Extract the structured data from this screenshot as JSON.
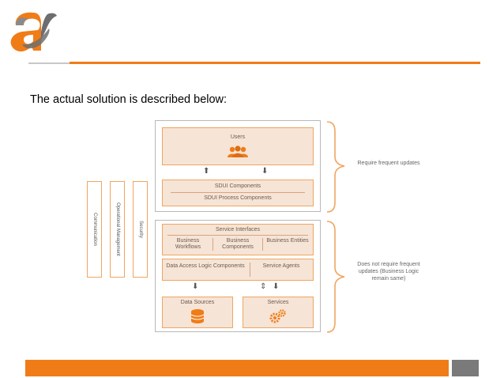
{
  "intro_text": "The actual solution is described below:",
  "diagram": {
    "side_bars": [
      "Communication",
      "Operational Management",
      "Security"
    ],
    "top": {
      "users_label": "Users",
      "sdui_components": "SDUI Components",
      "sdui_process_components": "SDUI Process Components"
    },
    "bottom": {
      "service_interfaces": "Service Interfaces",
      "business_workflows": "Business Workflows",
      "business_components": "Business Components",
      "business_entities": "Business Entities",
      "data_access_logic": "Data Access Logic Components",
      "service_agents": "Service Agents",
      "data_sources": "Data Sources",
      "services": "Services"
    },
    "brace_top_label": "Require frequent updates",
    "brace_bottom_label": "Does not require frequent updates (Business Logic remain same)"
  },
  "colors": {
    "accent": "#f07c17",
    "panel_fill": "#f6e4d6",
    "panel_border": "#f0a560",
    "footer_gray": "#7a7a7a"
  },
  "icons": [
    "logo-icon",
    "users-icon",
    "database-icon",
    "gears-icon",
    "up-arrow-icon",
    "down-arrow-icon"
  ]
}
